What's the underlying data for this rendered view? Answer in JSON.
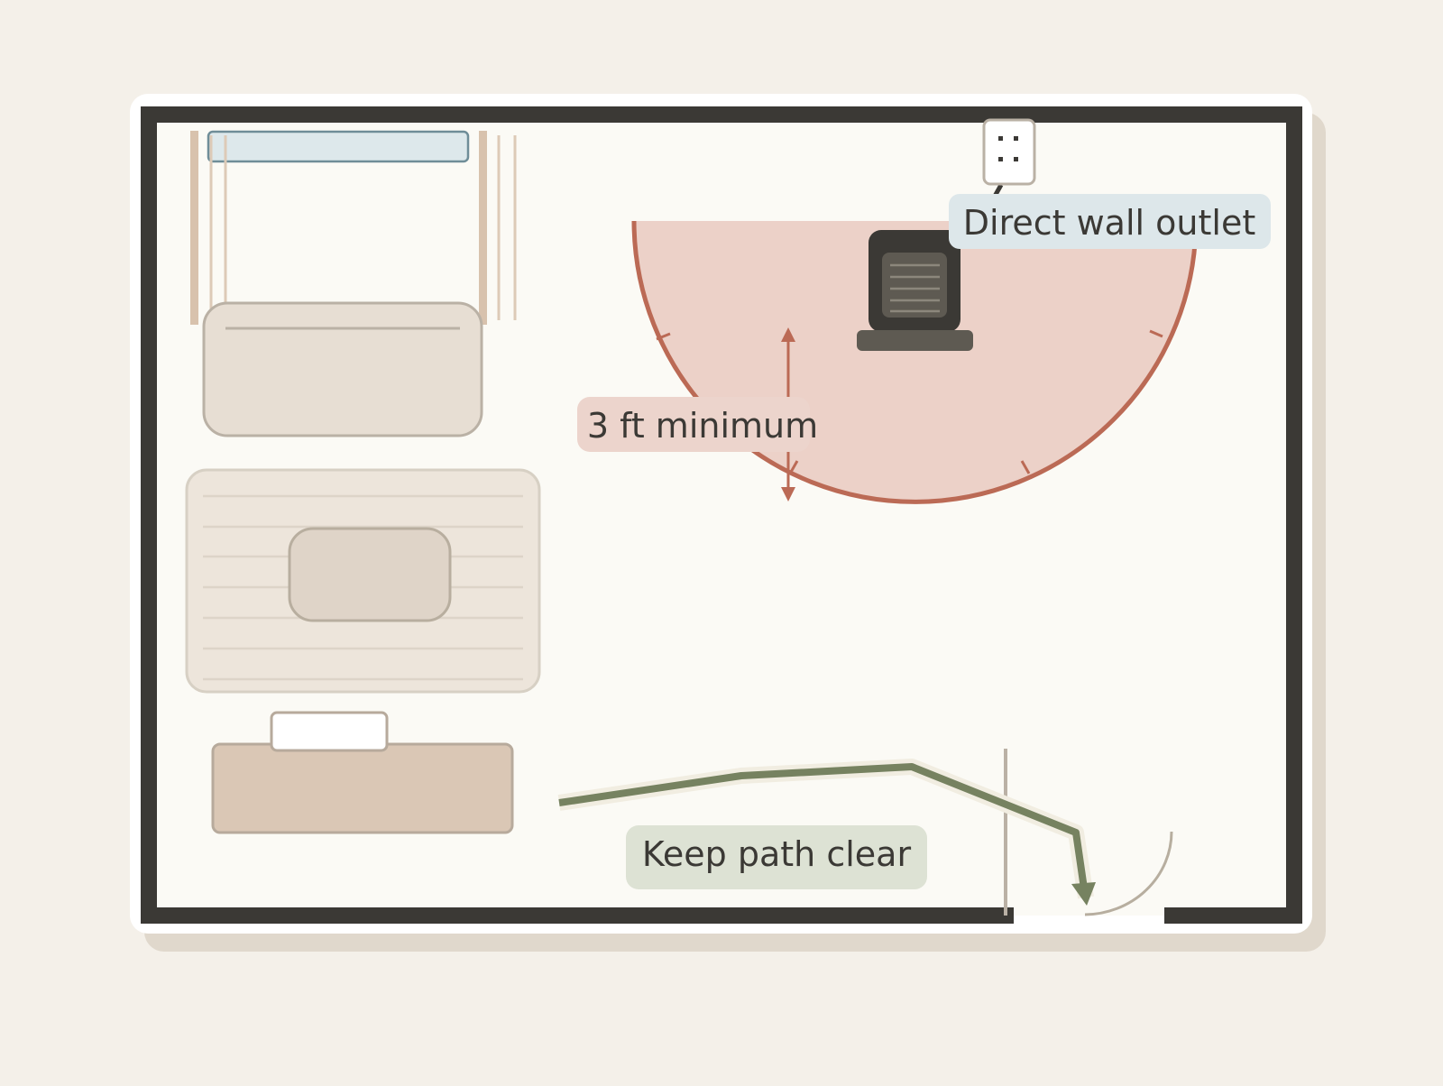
{
  "labels": {
    "outlet": "Direct wall outlet",
    "clearance": "3 ft minimum",
    "path": "Keep path clear"
  },
  "colors": {
    "background": "#f4f0e9",
    "floor": "#fbfaf5",
    "wall": "#3b3935",
    "clearance_zone_fill": "#ecd1c8",
    "clearance_zone_stroke": "#bb6a55",
    "outlet_label_bg": "#dde7ea",
    "clearance_label_bg": "#ecd4cc",
    "path_line": "#768260",
    "path_label_bg": "#dde2d4",
    "window": "#dde8eb",
    "curtain": "#d8c2ad",
    "furniture_light": "#e7ded3",
    "rug": "#ede5db",
    "furniture_tan": "#dac7b5",
    "heater_body": "#3b3935",
    "heater_grille": "#5e5a52"
  },
  "icons": {
    "heater": "space-heater-icon",
    "outlet": "wall-outlet-icon",
    "door": "door-swing-icon"
  }
}
